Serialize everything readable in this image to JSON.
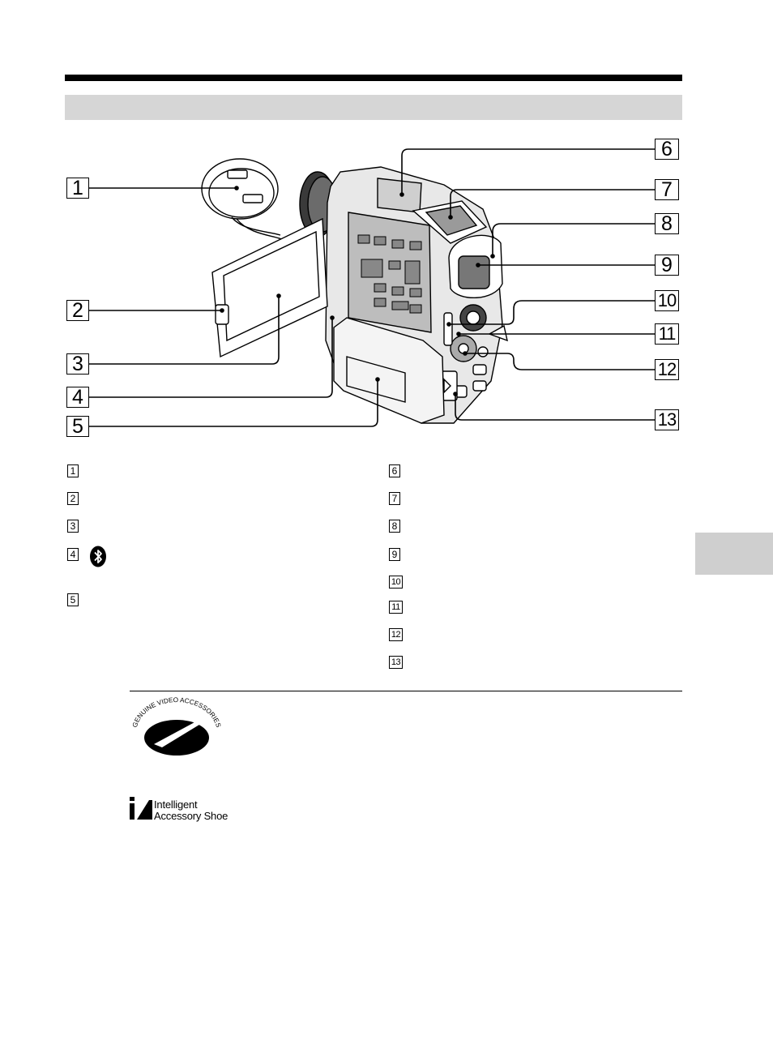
{
  "page": {
    "header_bar_text": "",
    "side_tab_text": ""
  },
  "callouts": [
    "1",
    "2",
    "3",
    "4",
    "5",
    "6",
    "7",
    "8",
    "9",
    "10",
    "11",
    "12",
    "13"
  ],
  "list_left": [
    "1",
    "2",
    "3",
    "4",
    "5"
  ],
  "list_right": [
    "6",
    "7",
    "8",
    "9",
    "10",
    "11",
    "12",
    "13"
  ],
  "logos": {
    "genuine_accessories": "GENUINE VIDEO ACCESSORIES",
    "ia_line1": "Intelligent",
    "ia_line2": "Accessory Shoe",
    "ia_mark": "iA"
  },
  "icons": {
    "bluetooth": "bluetooth-icon"
  }
}
